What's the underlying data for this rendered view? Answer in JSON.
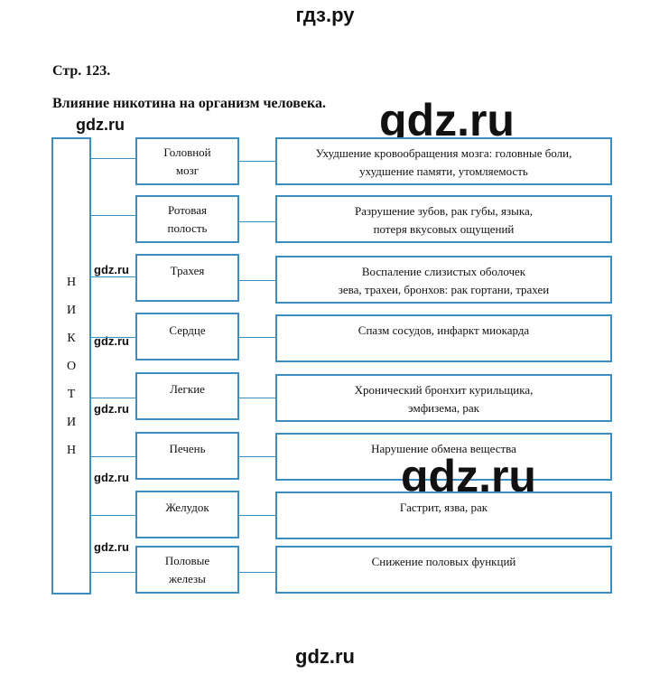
{
  "watermarks": {
    "top": "гдз.ру",
    "large": "gdz.ru",
    "small": "gdz.ru",
    "bottom": "gdz.ru"
  },
  "page_label": "Стр. 123.",
  "heading": "Влияние никотина на организм человека.",
  "main_box": {
    "letters": [
      "Н",
      "И",
      "К",
      "О",
      "Т",
      "И",
      "Н"
    ]
  },
  "rows": [
    {
      "organ": "Головной\nмозг",
      "effect": "Ухудшение кровообращения мозга: головные боли,\nухудшение памяти, утомляемость"
    },
    {
      "organ": "Ротовая\nполость",
      "effect": "Разрушение зубов, рак губы, языка,\nпотеря вкусовых ощущений"
    },
    {
      "organ": "Трахея",
      "effect": "Воспаление слизистых оболочек\nзева, трахеи, бронхов: рак гортани, трахеи"
    },
    {
      "organ": "Сердце",
      "effect": "Спазм сосудов, инфаркт миокарда"
    },
    {
      "organ": "Легкие",
      "effect": "Хронический бронхит курильщика,\nэмфизема, рак"
    },
    {
      "organ": "Печень",
      "effect": "Нарушение обмена вещества"
    },
    {
      "organ": "Желудок",
      "effect": "Гастрит, язва, рак"
    },
    {
      "organ": "Половые\nжелезы",
      "effect": "Снижение половых функций"
    }
  ],
  "colors": {
    "border": "#3a8fc0",
    "text": "#111111"
  }
}
